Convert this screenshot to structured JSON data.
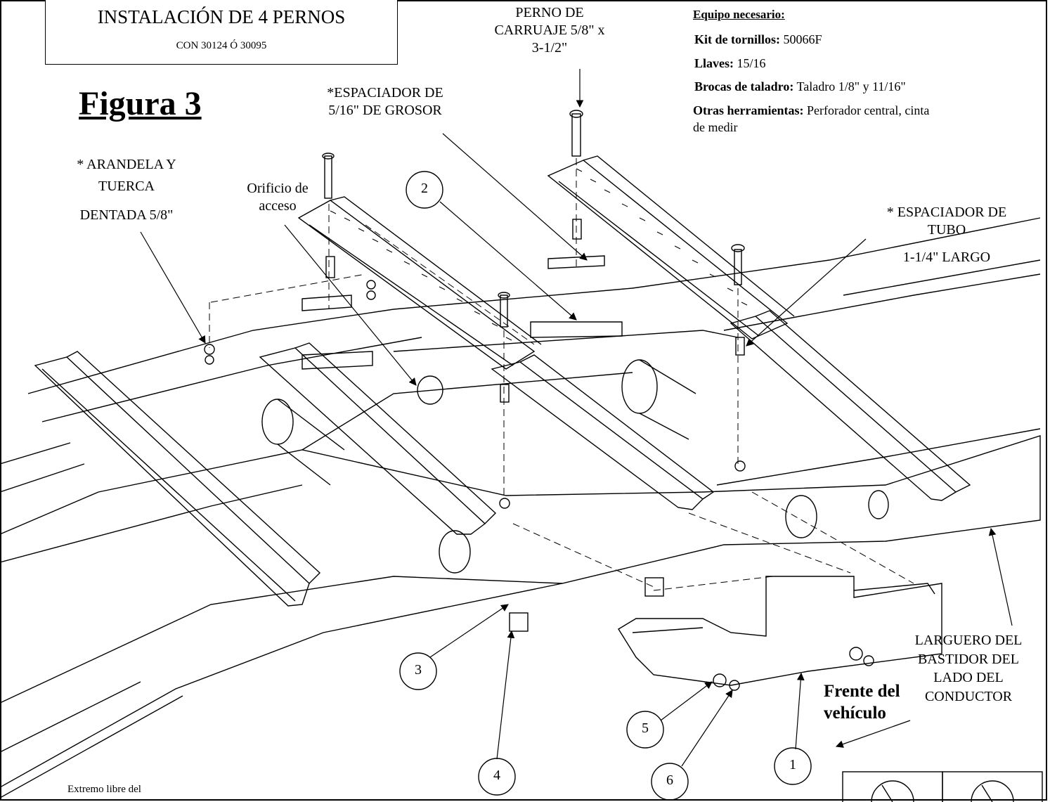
{
  "title_box": {
    "main": "INSTALACIÓN DE 4 PERNOS",
    "sub": "CON 30124 Ó 30095"
  },
  "figure_title": "Figura 3",
  "callouts": {
    "perno_carruaje": [
      "PERNO DE",
      "CARRUAJE  5/8\" x",
      "3-1/2\""
    ],
    "espaciador_grosor": [
      "*ESPACIADOR DE",
      "5/16\" DE GROSOR"
    ],
    "arandela": [
      "* ARANDELA Y",
      "TUERCA",
      "DENTADA 5/8\""
    ],
    "orificio": [
      "Orificio de",
      "acceso"
    ],
    "espaciador_tubo": [
      "* ESPACIADOR DE",
      "TUBO",
      "1-1/4\" LARGO"
    ],
    "larguero": [
      "LARGUERO DEL",
      "BASTIDOR DEL",
      "LADO DEL",
      "CONDUCTOR"
    ],
    "frente": [
      "Frente del",
      "vehículo"
    ],
    "extremo": "Extremo libre del"
  },
  "equipment": {
    "heading": "Equipo necesario:",
    "items": [
      {
        "label": "Kit de tornillos:",
        "value": " 50066F"
      },
      {
        "label": "Llaves:",
        "value": " 15/16"
      },
      {
        "label": "Brocas de taladro:",
        "value": "  Taladro 1/8\" y 11/16\""
      },
      {
        "label": "Otras herramientas:",
        "value": "  Perforador central, cinta"
      }
    ],
    "continuation": "de medir"
  },
  "part_numbers": [
    "1",
    "2",
    "3",
    "4",
    "5",
    "6"
  ],
  "colors": {
    "line": "#000000",
    "background": "#ffffff"
  }
}
